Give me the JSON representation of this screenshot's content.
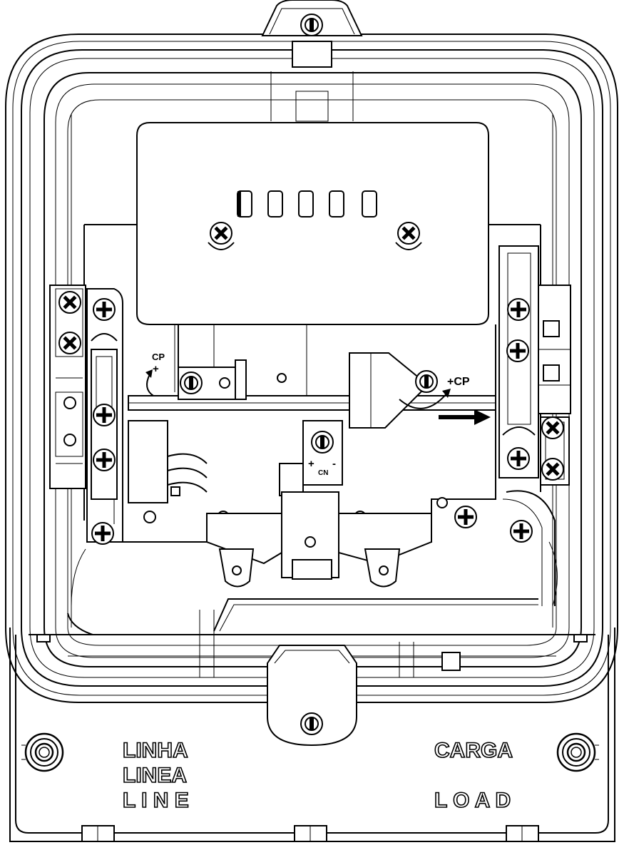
{
  "labels": {
    "line_pt": "LINHA",
    "line_es": "LINEA",
    "line_en": "L I N E",
    "load_pt": "CARGA",
    "load_en": "L O A D",
    "cp_left_top": "CP",
    "cp_left_plus": "+",
    "cp_right": "+CP",
    "cn": "CN",
    "cn_plus": "+",
    "cn_minus": "-"
  },
  "register": {
    "digit_windows": 5
  },
  "icons": {
    "arrow": "arrow-right-icon",
    "rotate": "rotation-arrow-icon",
    "screw": "phillips-screw-icon",
    "seal": "seal-screw-icon",
    "terminal": "terminal-post-icon"
  }
}
